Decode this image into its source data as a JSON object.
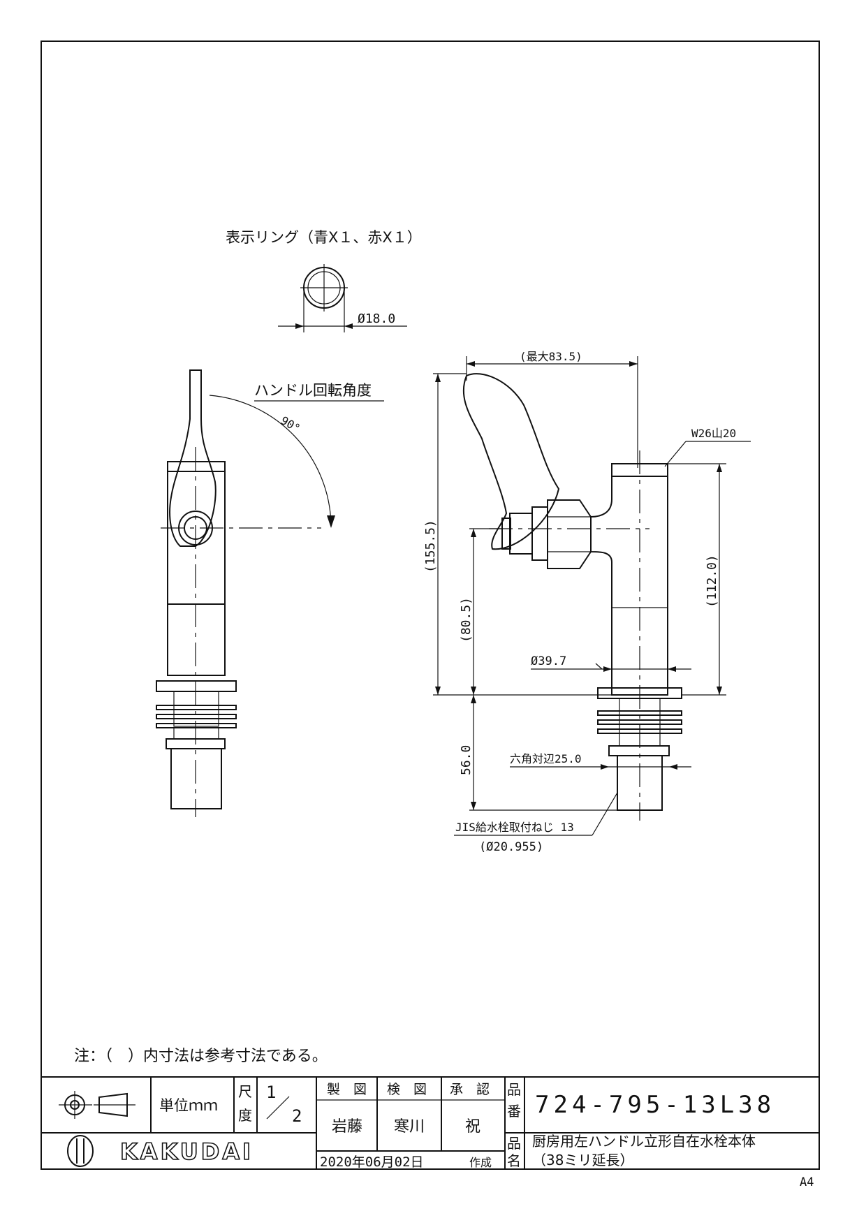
{
  "ring": {
    "label": "表示リング（青X１、赤X１）",
    "dim": "Ø18.0"
  },
  "left_view": {
    "handle_rotation_label": "ハンドル回転角度",
    "angle": "90°"
  },
  "right_view": {
    "dims": {
      "max_width": "(最大83.5)",
      "thread": "W26山20",
      "overall_height": "(155.5)",
      "body_height": "(112.0)",
      "handle_height": "(80.5)",
      "diameter": "Ø39.7",
      "shank_length": "56.0",
      "hex": "六角対辺25.0",
      "jis_thread": "JIS給水栓取付ねじ 13",
      "jis_diameter": "(Ø20.955)"
    }
  },
  "note": "注：（　）内寸法は参考寸法である。",
  "title_block": {
    "unit": "単位ｍｍ",
    "scale_label_1": "尺",
    "scale_label_2": "度",
    "scale_num": "1",
    "scale_den": "2",
    "drawn_header": "製　図",
    "checked_header": "検　図",
    "approved_header": "承　認",
    "drawn_by": "岩藤",
    "checked_by": "寒川",
    "approved_by": "祝",
    "part_no_label_1": "品",
    "part_no_label_2": "番",
    "part_no": "724-795-13L38",
    "name_label_1": "品",
    "name_label_2": "名",
    "name_line1": "厨房用左ハンドル立形自在水栓本体",
    "name_line2": "（38ミリ延長）",
    "date": "2020年06月02日",
    "date_suffix": "作成",
    "company": "KAKUDAI"
  },
  "paper_size": "A4"
}
